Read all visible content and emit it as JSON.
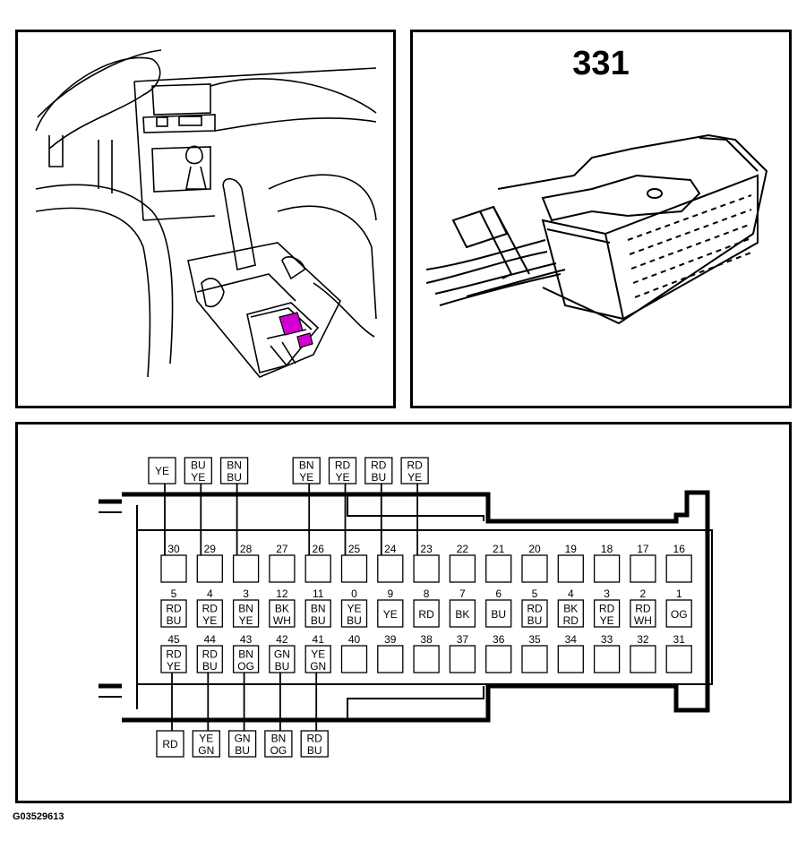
{
  "figure_code": "G03529613",
  "connector_number": "331",
  "colors": {
    "highlight": "#d100d1",
    "line": "#000000"
  },
  "top_row": {
    "pins": [
      "30",
      "29",
      "28",
      "27",
      "26",
      "25",
      "24",
      "23",
      "22",
      "21",
      "20",
      "19",
      "18",
      "17",
      "16"
    ],
    "labels": [
      "YE",
      "BU\nYE",
      "BN\nBU",
      "",
      "BN\nYE",
      "RD\nYE",
      "RD\nBU",
      "RD\nYE",
      "",
      "",
      "",
      "",
      "",
      "",
      ""
    ]
  },
  "middle_row": {
    "pins": [
      "5",
      "4",
      "3",
      "12",
      "11",
      "0",
      "9",
      "8",
      "7",
      "6",
      "5",
      "4",
      "3",
      "2",
      "1"
    ],
    "colors": [
      "RD\nBU",
      "RD\nYE",
      "BN\nYE",
      "BK\nWH",
      "BN\nBU",
      "YE\nBU",
      "YE",
      "RD",
      "BK",
      "BU",
      "RD\nBU",
      "BK\nRD",
      "RD\nYE",
      "RD\nWH",
      "OG"
    ]
  },
  "bottom_row": {
    "pins": [
      "45",
      "44",
      "43",
      "42",
      "41",
      "40",
      "39",
      "38",
      "37",
      "36",
      "35",
      "34",
      "33",
      "32",
      "31"
    ],
    "colors": [
      "RD\nYE",
      "RD\nBU",
      "BN\nOG",
      "GN\nBU",
      "YE\nGN",
      "",
      "",
      "",
      "",
      "",
      "",
      "",
      "",
      "",
      ""
    ],
    "labels": [
      "RD",
      "YE\nGN",
      "GN\nBU",
      "BN\nOG",
      "RD\nBU",
      "",
      "",
      "",
      "",
      "",
      "",
      "",
      "",
      "",
      ""
    ]
  }
}
